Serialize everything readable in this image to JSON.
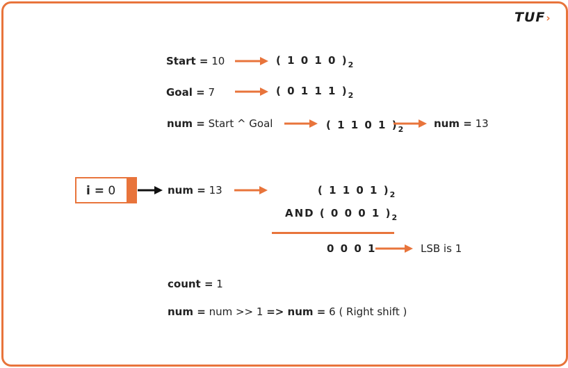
{
  "logo": {
    "text": "TUF",
    "chevron": "›"
  },
  "colors": {
    "accent": "#E8743B",
    "text": "#222222"
  },
  "rows": {
    "start": {
      "label": "Start =",
      "value": "10",
      "binary": "( 1 0 1 0 )",
      "base": "2"
    },
    "goal": {
      "label": "Goal =",
      "value": "7",
      "binary": "( 0 1 1 1 )",
      "base": "2"
    },
    "xor": {
      "label": "num =",
      "expr": "Start ^ Goal",
      "binary": "( 1 1 0 1 )",
      "base": "2",
      "result_label": "num =",
      "result_value": "13"
    }
  },
  "iteration": {
    "index_label": "i =",
    "index_value": "0",
    "num_label": "num =",
    "num_value": "13",
    "operand1": "( 1 1 0 1 )",
    "op": "AND",
    "operand2": "( 0 0 0 1 )",
    "base": "2",
    "result": "0 0 0 1",
    "lsb_text": "LSB is 1",
    "count_label": "count =",
    "count_value": "1",
    "shift": {
      "label1": "num =",
      "expr": "num >> 1",
      "arrow_label": "=> num =",
      "value": "6",
      "note": "( Right shift )"
    }
  }
}
